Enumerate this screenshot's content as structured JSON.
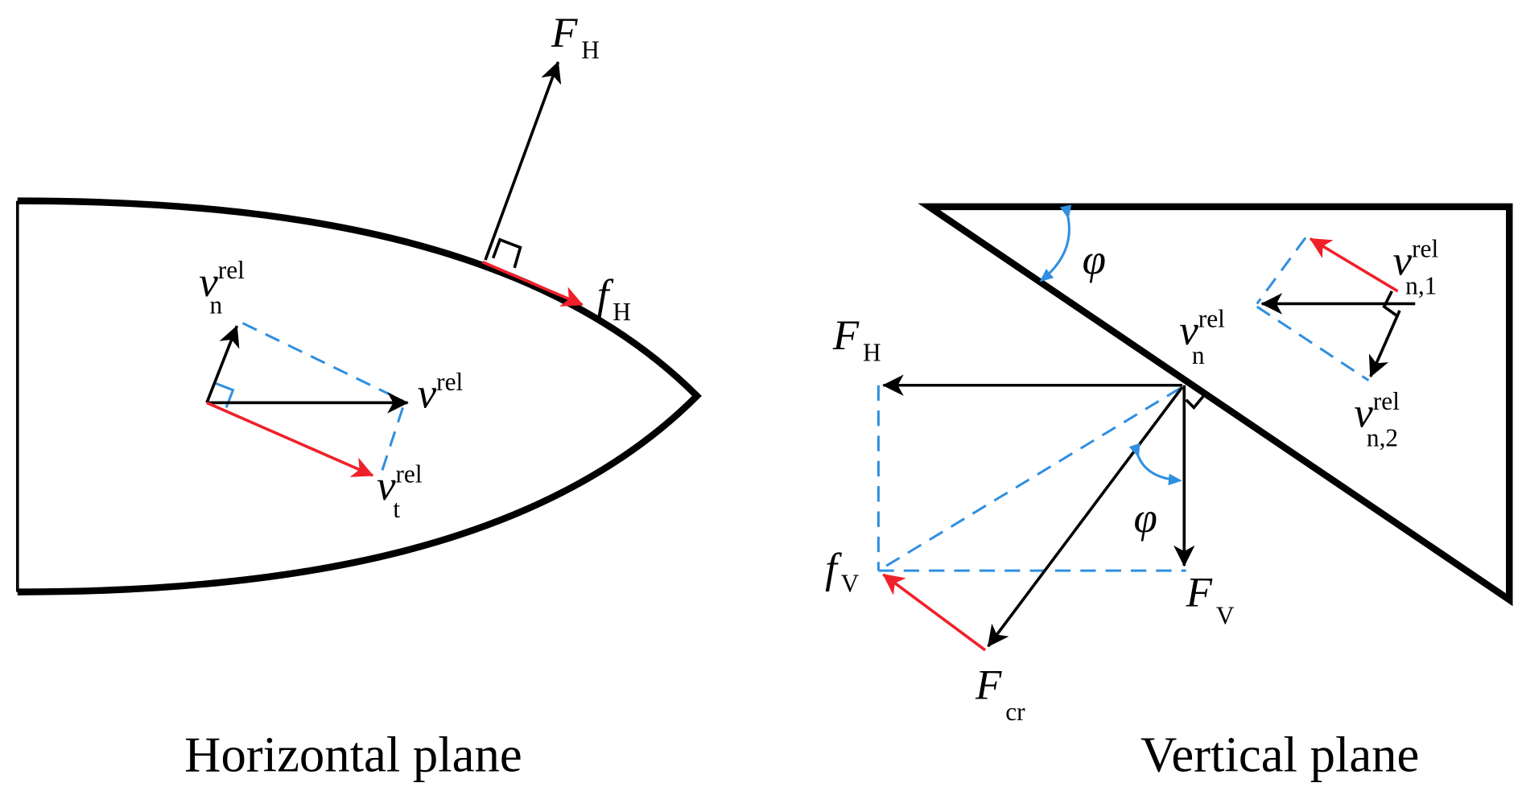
{
  "colors": {
    "force": "#000000",
    "friction": "#f0202a",
    "construction": "#2f8fe0"
  },
  "horizontal": {
    "caption": "Horizontal plane",
    "F_H": {
      "main": "F",
      "sub": "H"
    },
    "f_H": {
      "main": "f",
      "sub": "H"
    },
    "v_n": {
      "main": "v",
      "sup": "rel",
      "sub": "n"
    },
    "v_rel": {
      "main": "v",
      "sup": "rel"
    },
    "v_t": {
      "main": "v",
      "sup": "rel",
      "sub": "t"
    }
  },
  "vertical": {
    "caption": "Vertical plane",
    "phi_top": "φ",
    "phi_bottom": "φ",
    "F_H": {
      "main": "F",
      "sub": "H"
    },
    "F_V": {
      "main": "F",
      "sub": "V"
    },
    "f_V": {
      "main": "f",
      "sub": "V"
    },
    "F_cr": {
      "main": "F",
      "sub": "cr"
    },
    "v_n": {
      "main": "v",
      "sup": "rel",
      "sub": "n"
    },
    "v_n1": {
      "main": "v",
      "sup": "rel",
      "sub": "n,1"
    },
    "v_n2": {
      "main": "v",
      "sup": "rel",
      "sub": "n,2"
    }
  }
}
